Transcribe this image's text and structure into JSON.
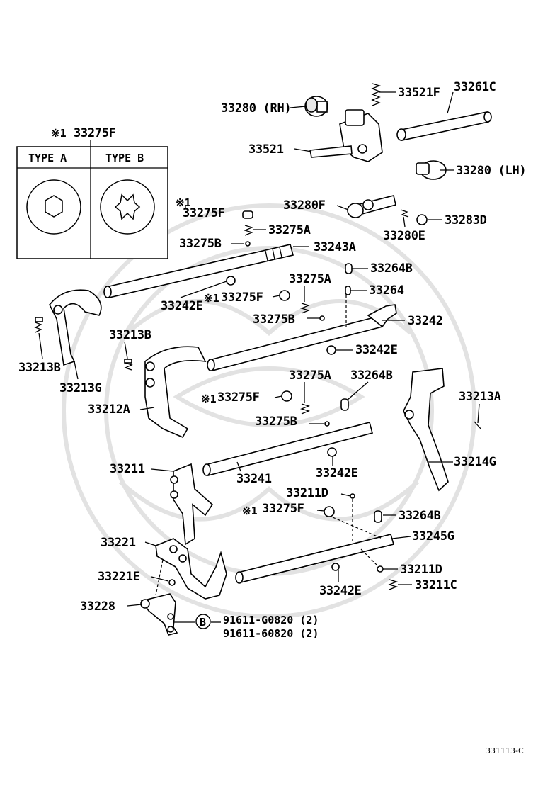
{
  "labels": {
    "l_33521F": "33521F",
    "l_33261C": "33261C",
    "l_33280RH": "33280 (RH)",
    "l_33521": "33521",
    "l_33280LH": "33280 (LH)",
    "l_ref1": "※1",
    "l_33275F_top": "33275F",
    "l_33275F_a": "33275F",
    "l_33280F": "33280F",
    "l_33283D": "33283D",
    "l_33280E": "33280E",
    "l_33275A_a": "33275A",
    "l_33275B_a": "33275B",
    "l_33243A": "33243A",
    "l_33264B_a": "33264B",
    "l_33275A_b": "33275A",
    "l_33264": "33264",
    "l_33242E_a": "33242E",
    "l_33275F_b": "33275F",
    "l_33275B_b": "33275B",
    "l_33242": "33242",
    "l_33213B_a": "33213B",
    "l_33242E_b": "33242E",
    "l_33213B_b": "33213B",
    "l_33213G": "33213G",
    "l_33275A_c": "33275A",
    "l_33264B_b": "33264B",
    "l_33213A": "33213A",
    "l_33275F_c": "33275F",
    "l_33212A": "33212A",
    "l_33275B_c": "33275B",
    "l_33211": "33211",
    "l_33241": "33241",
    "l_33242E_c": "33242E",
    "l_33214G": "33214G",
    "l_33211D_a": "33211D",
    "l_33275F_d": "33275F",
    "l_33264B_c": "33264B",
    "l_33221": "33221",
    "l_33245G": "33245G",
    "l_33221E": "33221E",
    "l_33211D_b": "33211D",
    "l_33242E_d": "33242E",
    "l_33211C": "33211C",
    "l_33228": "33228",
    "l_bolt1": "91611-G0820 (2)",
    "l_bolt2": "91611-60820 (2)",
    "l_B": "B",
    "l_ref_b": "※1",
    "l_ref_c": "※1",
    "l_ref_d": "※1",
    "l_ref_e": "※1",
    "l_footer": "331113-C"
  },
  "inset": {
    "title_ref": "※1",
    "title": "33275F",
    "type_a": "TYPE  A",
    "type_b": "TYPE  B"
  }
}
